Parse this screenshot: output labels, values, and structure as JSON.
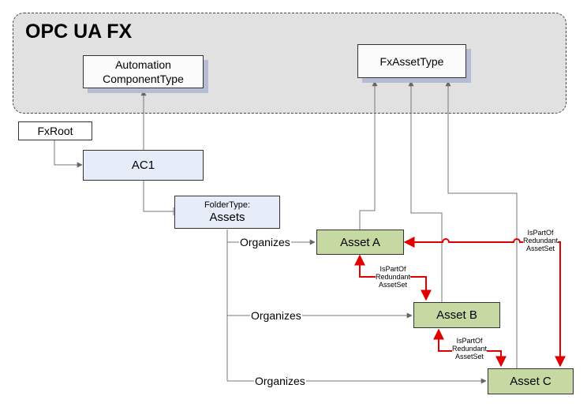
{
  "region": {
    "title": "OPC UA FX"
  },
  "types": {
    "automation_component_type": {
      "line1": "Automation",
      "line2": "ComponentType"
    },
    "fx_asset_type": "FxAssetType"
  },
  "instances": {
    "fx_root": "FxRoot",
    "ac1": "AC1",
    "folder": {
      "type_prefix": "FolderType:",
      "name": "Assets"
    },
    "asset_a": "Asset A",
    "asset_b": "Asset B",
    "asset_c": "Asset C"
  },
  "references": {
    "organizes": "Organizes",
    "redundant_set": {
      "line1": "IsPartOf",
      "line2": "Redundant",
      "line3": "AssetSet"
    }
  },
  "colors": {
    "region_fill": "#e1e1e1",
    "object_fill": "#e6edf8",
    "asset_fill": "#c6d9a2",
    "redundancy_arrow": "#e00000",
    "reference_line": "#777777"
  }
}
